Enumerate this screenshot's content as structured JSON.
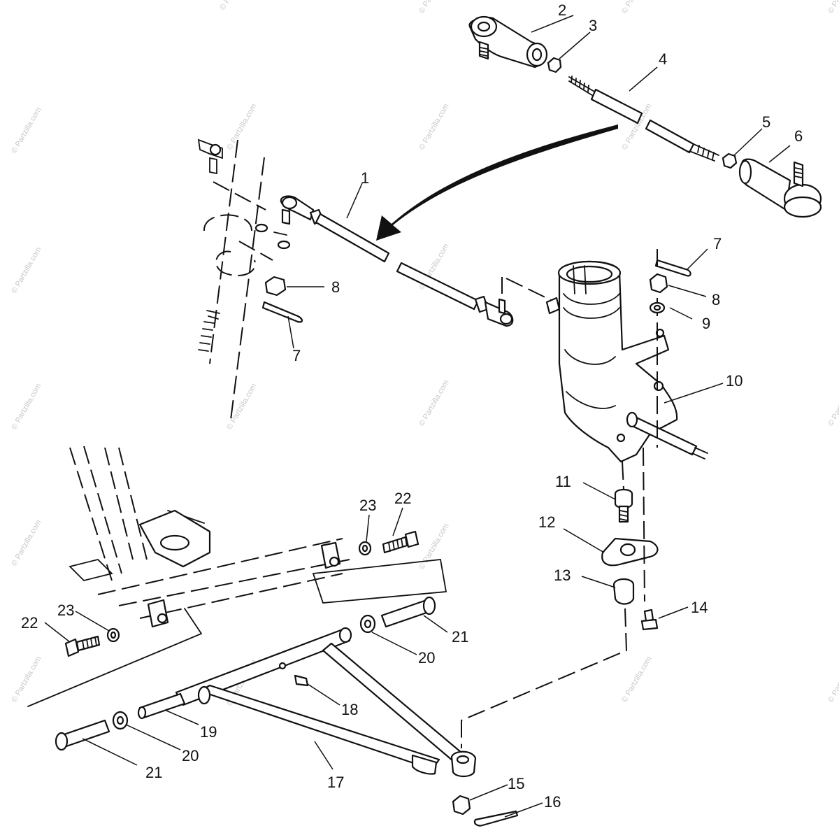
{
  "watermark": "© Partzilla.com",
  "callouts": [
    {
      "id": "c2",
      "label": "2"
    },
    {
      "id": "c3",
      "label": "3"
    },
    {
      "id": "c4",
      "label": "4"
    },
    {
      "id": "c5",
      "label": "5"
    },
    {
      "id": "c6",
      "label": "6"
    },
    {
      "id": "c1",
      "label": "1"
    },
    {
      "id": "c7a",
      "label": "7"
    },
    {
      "id": "c8a",
      "label": "8"
    },
    {
      "id": "c7b",
      "label": "7"
    },
    {
      "id": "c8b",
      "label": "8"
    },
    {
      "id": "c9",
      "label": "9"
    },
    {
      "id": "c10",
      "label": "10"
    },
    {
      "id": "c11",
      "label": "11"
    },
    {
      "id": "c12",
      "label": "12"
    },
    {
      "id": "c13",
      "label": "13"
    },
    {
      "id": "c14",
      "label": "14"
    },
    {
      "id": "c22a",
      "label": "22"
    },
    {
      "id": "c23a",
      "label": "23"
    },
    {
      "id": "c22b",
      "label": "22"
    },
    {
      "id": "c23b",
      "label": "23"
    },
    {
      "id": "c21a",
      "label": "21"
    },
    {
      "id": "c20a",
      "label": "20"
    },
    {
      "id": "c18",
      "label": "18"
    },
    {
      "id": "c19",
      "label": "19"
    },
    {
      "id": "c20b",
      "label": "20"
    },
    {
      "id": "c21b",
      "label": "21"
    },
    {
      "id": "c17",
      "label": "17"
    },
    {
      "id": "c15",
      "label": "15"
    },
    {
      "id": "c16",
      "label": "16"
    }
  ]
}
